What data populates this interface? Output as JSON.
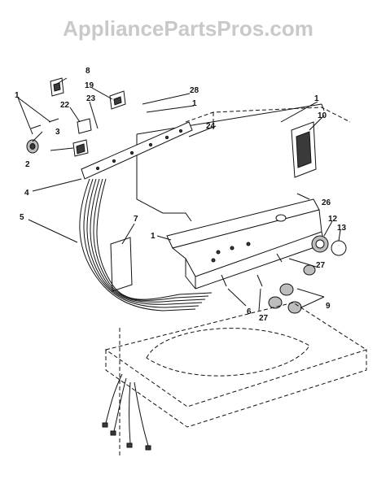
{
  "watermark": "AppliancePartsPros.com",
  "callouts": {
    "c1a": "1",
    "c1b": "1",
    "c1c": "1",
    "c1d": "1",
    "c2": "2",
    "c3": "3",
    "c4": "4",
    "c5": "5",
    "c6": "6",
    "c7": "7",
    "c8": "8",
    "c9": "9",
    "c10": "10",
    "c12": "12",
    "c13": "13",
    "c19": "19",
    "c22": "22",
    "c23": "23",
    "c24": "24",
    "c26": "26",
    "c27a": "27",
    "c27b": "27",
    "c28": "28"
  }
}
